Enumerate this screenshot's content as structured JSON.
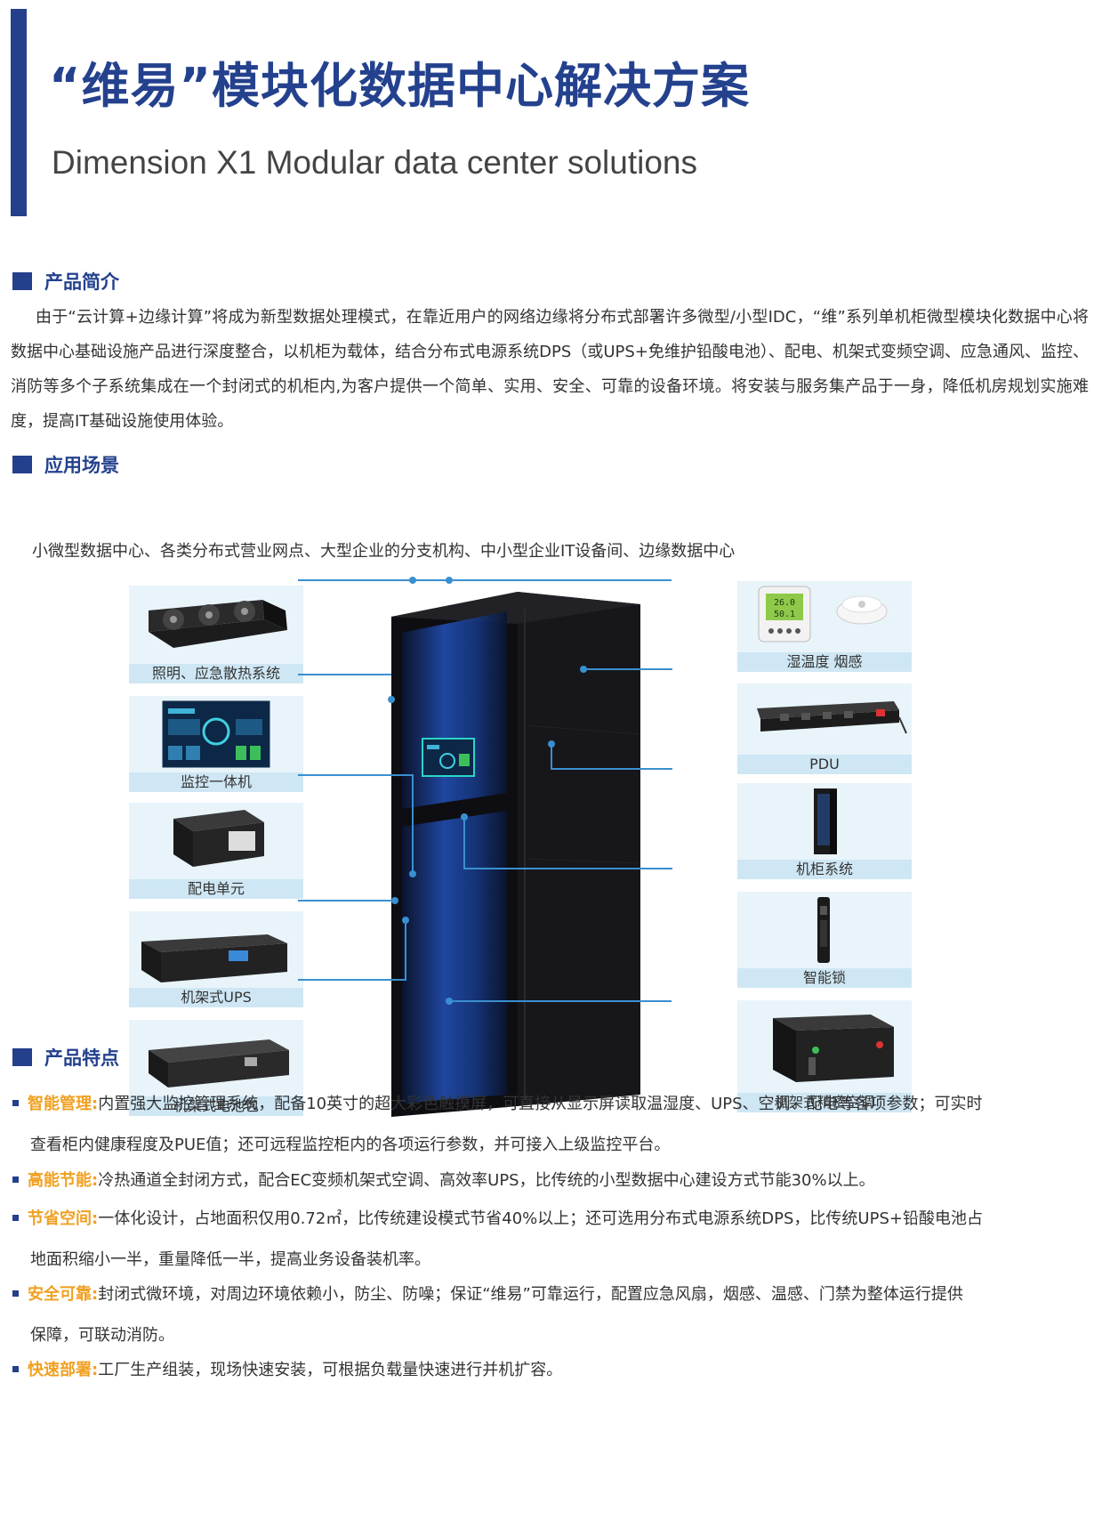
{
  "header": {
    "title": "“维易”模块化数据中心解决方案",
    "subtitle": "Dimension X1 Modular data center solutions"
  },
  "intro": {
    "heading": "产品简介",
    "text": "由于“云计算+边缘计算”将成为新型数据处理模式，在靠近用户的网络边缘将分布式部署许多微型/小型IDC，“维”系列单机柜微型模块化数据中心将数据中心基础设施产品进行深度整合，以机柜为载体，结合分布式电源系统DPS（或UPS+免维护铅酸电池）、配电、机架式变频空调、应急通风、监控、消防等多个子系统集成在一个封闭式的机柜内,为客户提供一个简单、实用、安全、可靠的设备环境。将安装与服务集产品于一身，降低机房规划实施难度，提高IT基础设施使用体验。"
  },
  "scenes": {
    "heading": "应用场景",
    "text": "小微型数据中心、各类分布式营业网点、大型企业的分支机构、中小型企业IT设备间、边缘数据中心"
  },
  "components": {
    "left": [
      "照明、应急散热系统",
      "监控一体机",
      "配电单元",
      "机架式UPS",
      "机架式电池包"
    ],
    "right": [
      "湿温度 烟感",
      "PDU",
      "机柜系统",
      "智能锁",
      "机架式精密空调"
    ]
  },
  "features": {
    "heading": "产品特点",
    "items": [
      {
        "key": "智能管理:",
        "text": "内置强大监控管理系统，配备10英寸的超大彩色触摸屏，可直接从显示屏读取温湿度、UPS、空调、配电等各项参数；可实时",
        "cont": "查看柜内健康程度及PUE值；还可远程监控柜内的各项运行参数，并可接入上级监控平台。"
      },
      {
        "key": "高能节能:",
        "text": "冷热通道全封闭方式，配合EC变频机架式空调、高效率UPS，比传统的小型数据中心建设方式节能30%以上。",
        "cont": ""
      },
      {
        "key": "节省空间:",
        "text": "一体化设计，占地面积仅用0.72㎡，比传统建设模式节省40%以上；还可选用分布式电源系统DPS，比传统UPS+铅酸电池占",
        "cont": "地面积缩小一半，重量降低一半，提高业务设备装机率。"
      },
      {
        "key": "安全可靠:",
        "text": "封闭式微环境，对周边环境依赖小，防尘、防噪；保证“维易”可靠运行，配置应急风扇，烟感、温感、门禁为整体运行提供",
        "cont": "保障，可联动消防。"
      },
      {
        "key": "快速部署:",
        "text": "工厂生产组装，现场快速安装，可根据负载量快速进行并机扩容。",
        "cont": ""
      }
    ]
  },
  "device_screen": {
    "temp": "26.0",
    "hum": "50.1"
  },
  "colors": {
    "brand": "#243f8c",
    "accent": "#f0a020",
    "line": "#3a8fd0",
    "card": "#d8ecf6"
  }
}
